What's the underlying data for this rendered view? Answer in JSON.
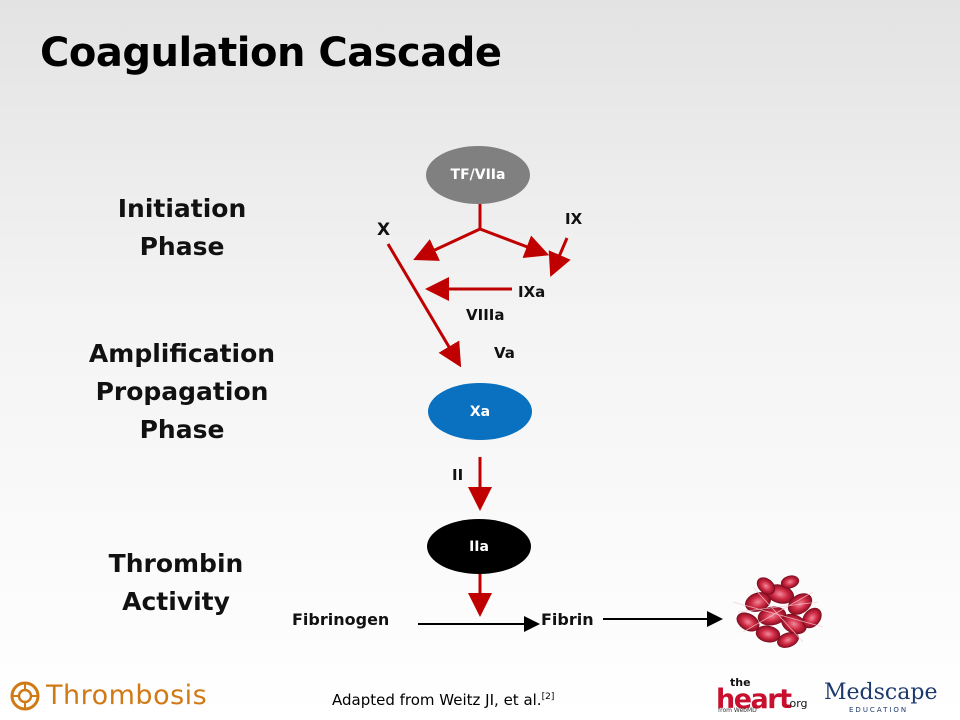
{
  "slide": {
    "title": "Coagulation Cascade",
    "phases": {
      "initiation": [
        "Initiation",
        "Phase"
      ],
      "amplification": [
        "Amplification",
        "Propagation",
        "Phase"
      ],
      "thrombin": [
        "Thrombin",
        "Activity"
      ]
    },
    "nodes": {
      "tf_viia": "TF/VIIa",
      "xa": "Xa",
      "iia": "IIa"
    },
    "labels": {
      "x": "X",
      "ix": "IX",
      "ixa": "IXa",
      "viiia": "VIIIa",
      "va": "Va",
      "ii": "II",
      "fibrinogen": "Fibrinogen",
      "fibrin": "Fibrin"
    },
    "colors": {
      "arrow": "#c00000",
      "tf_viia": "#808080",
      "xa": "#0a70c0",
      "iia": "#000000"
    },
    "footer": {
      "citation": "Adapted from Weitz JI, et al.",
      "citation_ref": "[2]",
      "logos": {
        "thrombosis": "Thrombosis",
        "the": "the",
        "heart": "heart",
        "org": ".org",
        "from_webmd": "from WebMD",
        "medscape": "Medscape",
        "education": "EDUCATION"
      }
    }
  }
}
